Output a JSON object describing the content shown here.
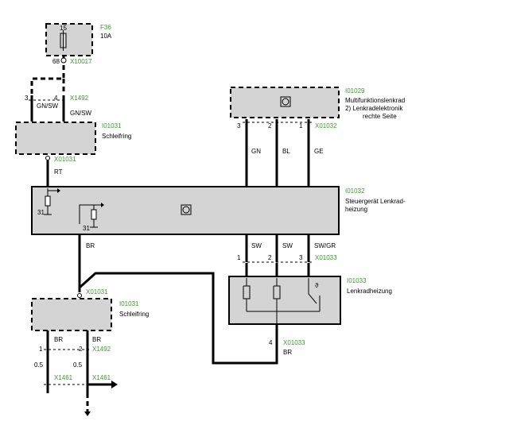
{
  "fuse": {
    "id": "F36",
    "rating": "10A",
    "pin_top": "15",
    "pin_bottom": "68",
    "connector": "X10017"
  },
  "x1492_top": {
    "pin_left": "3",
    "pin_right": "4",
    "connector": "X1492",
    "wire_left": "GN/SW",
    "wire_right": "GN/SW"
  },
  "slip_ring_top": {
    "id": "I01031",
    "name": "Schleifring",
    "connector": "X01031",
    "wire": "RT"
  },
  "mfl": {
    "id": "I01029",
    "name_line1": "Multifunktionslenkrad",
    "name_line2": "2) Lenkradelektronik",
    "name_line3": "rechte Seite",
    "pin1": "1",
    "pin2": "2",
    "pin3": "3",
    "connector": "X01032",
    "wire1": "GE",
    "wire2": "BL",
    "wire3": "GN"
  },
  "control_unit": {
    "id": "I01032",
    "name_line1": "Steuergerät Lenkrad-",
    "name_line2": "heizung",
    "ground_left": "31",
    "ground_mid": "31"
  },
  "cu_outputs": {
    "wire1": "SW",
    "wire2": "SW",
    "wire3": "SW/GR",
    "pin1": "1",
    "pin2": "2",
    "pin3": "3",
    "connector": "X01033"
  },
  "ground_wire": {
    "label": "BR"
  },
  "heater": {
    "id": "I01033",
    "name": "Lenkradheizung",
    "pin4": "4",
    "connector": "X01033",
    "wire": "BR"
  },
  "slip_ring_bottom": {
    "id": "I01031",
    "name": "Schleifring",
    "connector": "X01031",
    "wire_left": "BR",
    "wire_right": "BR",
    "pin_left": "1",
    "pin_right": "2",
    "connector2": "X1492",
    "cross_left": "0.5",
    "cross_right": "0.5",
    "conn_left": "X1461",
    "conn_right": "X1461"
  }
}
